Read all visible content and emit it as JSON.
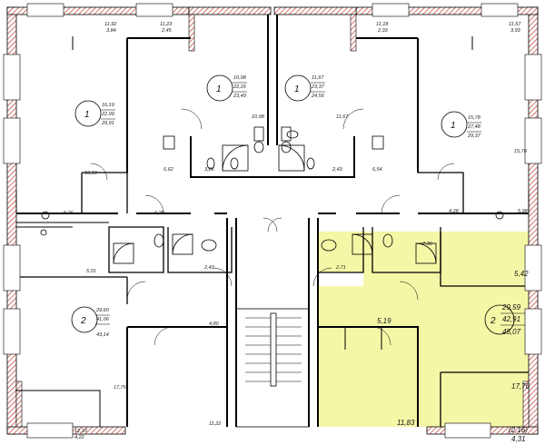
{
  "colors": {
    "highlight": "#f4f7a6",
    "wall_hatch": "#c0392b",
    "line": "#000000"
  },
  "units": [
    {
      "id": "top-left",
      "rooms": "1",
      "areas": [
        "16,19",
        "22,99",
        "29,91"
      ]
    },
    {
      "id": "top-center-1",
      "rooms": "1",
      "areas": [
        "10,98",
        "22,26",
        "23,49"
      ]
    },
    {
      "id": "top-center-2",
      "rooms": "1",
      "areas": [
        "11,67",
        "23,37",
        "24,56"
      ]
    },
    {
      "id": "top-right",
      "rooms": "1",
      "areas": [
        "15,78",
        "27,48",
        "29,37"
      ]
    },
    {
      "id": "bottom-left",
      "rooms": "2",
      "areas": [
        "29,60",
        "41,06",
        "43,14"
      ]
    },
    {
      "id": "bottom-right",
      "rooms": "2",
      "areas": [
        "29,59",
        "42,91",
        "45,07"
      ]
    }
  ],
  "room_labels": {
    "tl_balcony_a": "11,92",
    "tl_balcony_b": "3,84",
    "tl_balcony_c": "11,23",
    "tl_balcony_d": "2,45",
    "tr_balcony_a": "11,18",
    "tr_balcony_b": "2,33",
    "tr_balcony_c": "11,57",
    "tr_balcony_d": "3,93",
    "c1_room": "10,98",
    "c2_room": "11,67",
    "kitchen_l": "6,62",
    "hall_l": "3,26",
    "hall_r": "2,43",
    "kitchen_r": "6,54",
    "tl_kitchen": "16,19",
    "tr_kitchen": "15,78",
    "corr_l": "5,26",
    "corr_c": "6,28",
    "corr_r": "4,28",
    "corr_rr": "5,98",
    "bl_hall": "5,01",
    "bl_bath": "2,43",
    "br_bath": "2,71",
    "br_hall_a": "2,36",
    "br_kitchen": "5,42",
    "br_hall": "5,19",
    "bl_corr": "4,80",
    "bl_room": "11,22",
    "br_room": "11,83",
    "bl_balcony_a": "17,76",
    "br_balcony_a": "17,76",
    "bl_loggia_a": "12,10",
    "bl_loggia_b": "4,22",
    "br_loggia_a": "(2,16)",
    "br_loggia_b": "4,31"
  }
}
